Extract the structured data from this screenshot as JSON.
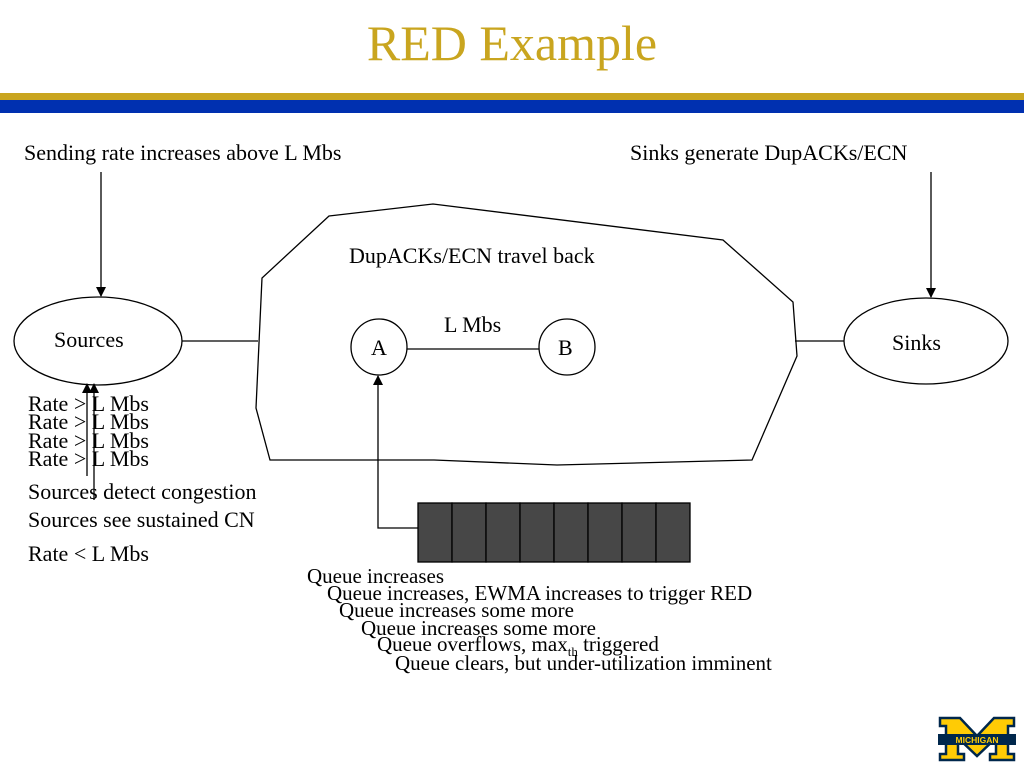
{
  "slide": {
    "title": "RED Example"
  },
  "annotations": {
    "sending_rate": "Sending rate increases above L Mbs",
    "sinks_generate": "Sinks generate DupACKs/ECN",
    "travel_back": "DupACKs/ECN travel back",
    "link_label": "L Mbs"
  },
  "nodes": {
    "sources": "Sources",
    "sinks": "Sinks",
    "a": "A",
    "b": "B"
  },
  "rate_lines": [
    "Rate > L Mbs",
    "Rate > L Mbs",
    "Rate > L Mbs",
    "Rate > L Mbs"
  ],
  "source_status": {
    "detect": "Sources detect congestion",
    "sustained": "Sources see sustained CN",
    "rate_below": "Rate < L Mbs"
  },
  "queue": {
    "slot_count": 8,
    "fill_color": "#474747"
  },
  "queue_events": {
    "e1": "Queue increases",
    "e2": "Queue increases, EWMA increases to trigger RED",
    "e3": "Queue increases some more",
    "e4": "Queue increases some more",
    "e5_prefix": "Queue overflows, max",
    "e5_sub": "th",
    "e5_suffix": " triggered",
    "e6": "Queue clears, but under-utilization imminent"
  },
  "logo": {
    "text": "MICHIGAN",
    "colors": {
      "blue": "#00274c",
      "maize": "#ffcb05"
    }
  }
}
